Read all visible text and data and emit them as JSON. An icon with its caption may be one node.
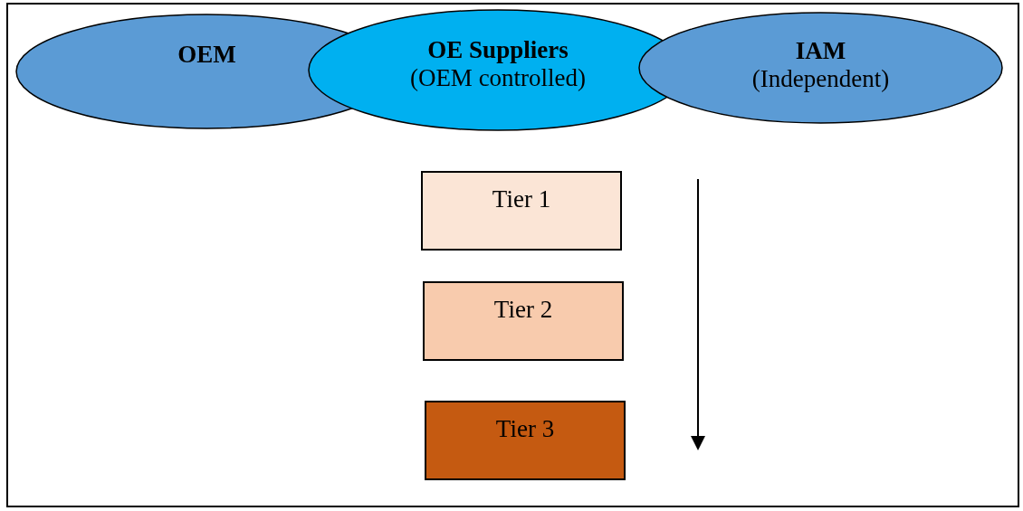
{
  "diagram": {
    "nodes": [
      {
        "text": [
          "OEM"
        ]
      },
      {
        "text": [
          "OE Suppliers",
          "(OEM controlled)"
        ]
      },
      {
        "text": [
          "IAM",
          "(Independent)"
        ]
      },
      {
        "text": [
          "Tier 1"
        ]
      },
      {
        "text": [
          "Tier 2"
        ]
      },
      {
        "text": [
          "Tier 3"
        ]
      }
    ]
  }
}
